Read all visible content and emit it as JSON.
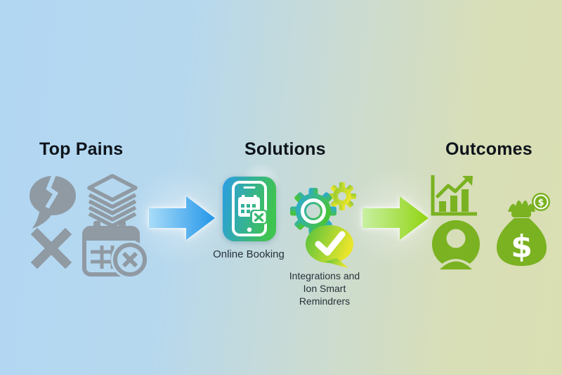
{
  "background": {
    "left_color": "#b2d7f3",
    "right_color": "#dadfb3"
  },
  "columns": {
    "pains": {
      "heading": "Top Pains",
      "icon_color": "#8d959d",
      "icons": [
        "broken-speech-bubble",
        "paper-stack",
        "x-mark",
        "cancelled-calendar"
      ]
    },
    "solutions": {
      "heading": "Solutions",
      "items": [
        {
          "icon": "mobile-booking-app",
          "label": "Online Booking"
        },
        {
          "icon": "gears-and-reminder-chat",
          "label": "Integrations and Ion Smart Remindrers"
        }
      ],
      "gradient_blue": "#2a9de6",
      "gradient_green": "#3fc351",
      "gradient_yellow": "#e9e52b"
    },
    "outcomes": {
      "heading": "Outcomes",
      "icon_color": "#7ab221",
      "icons": [
        "growth-chart",
        "person",
        "money-bag"
      ],
      "money_symbol": "$",
      "coin_symbol": "$"
    }
  },
  "arrows": [
    {
      "name": "pains-to-solutions",
      "gradient_start": "#a8dcf8",
      "gradient_end": "#2496e9"
    },
    {
      "name": "solutions-to-outcomes",
      "gradient_start": "#c9f0a2",
      "gradient_end": "#90d411"
    }
  ]
}
